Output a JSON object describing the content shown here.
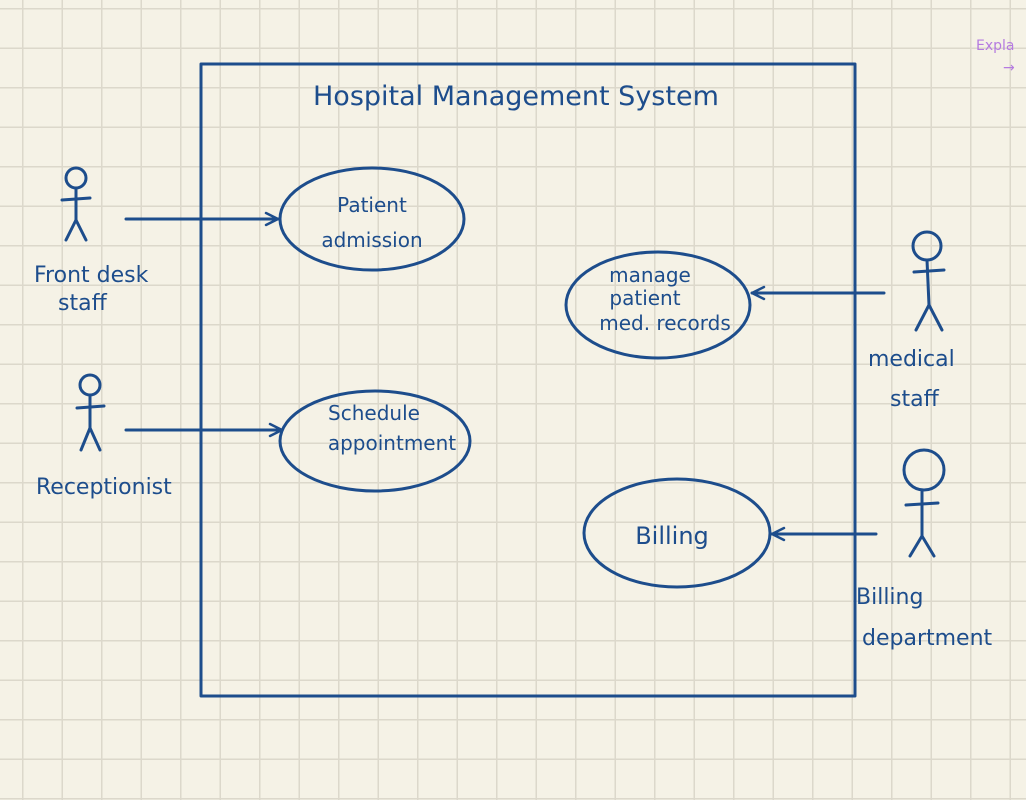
{
  "system": {
    "title": "Hospital Management System"
  },
  "actors": {
    "front_desk": {
      "line1": "Front desk",
      "line2": "staff"
    },
    "receptionist": {
      "line1": "Receptionist"
    },
    "medical": {
      "line1": "medical",
      "line2": "staff"
    },
    "billing_dept": {
      "line1": "Billing",
      "line2": "department"
    }
  },
  "use_cases": {
    "patient_admission": {
      "line1": "Patient",
      "line2": "admission"
    },
    "schedule": {
      "line1": "Schedule",
      "line2": "appointment"
    },
    "records": {
      "line1": "manage",
      "line2": "patient",
      "line3": "med. records"
    },
    "billing": {
      "line1": "Billing"
    }
  },
  "corner_note": {
    "text": "Expla",
    "arrow": "→"
  },
  "colors": {
    "ink": "#1d4d8c",
    "paper": "#f5f2e6",
    "grid": "#dcd8cb",
    "note": "#b57be0"
  }
}
